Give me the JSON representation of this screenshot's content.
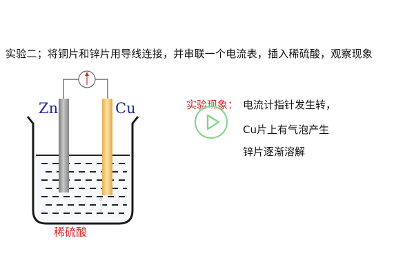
{
  "slide": {
    "title": "实验二；将铜片和锌片用导线连接，并串联一个电流表，插入稀硫酸，观察现象"
  },
  "diagram": {
    "zn_label": "Zn",
    "cu_label": "Cu",
    "acid_label": "稀硫酸",
    "meter_icon": "ammeter-icon"
  },
  "observation": {
    "label": "实验现象：",
    "lines": [
      "电流计指针发生转，",
      "Cu片上有气泡产生",
      "锌片逐渐溶解"
    ]
  },
  "media": {
    "play_icon": "play-icon"
  },
  "colors": {
    "label_red": "#d42a2a",
    "electrode_blue": "#1d2b9a",
    "zinc_gray": "#9a9a9a",
    "copper_gold": "#f0c060",
    "play_green": "#7fd58a"
  }
}
